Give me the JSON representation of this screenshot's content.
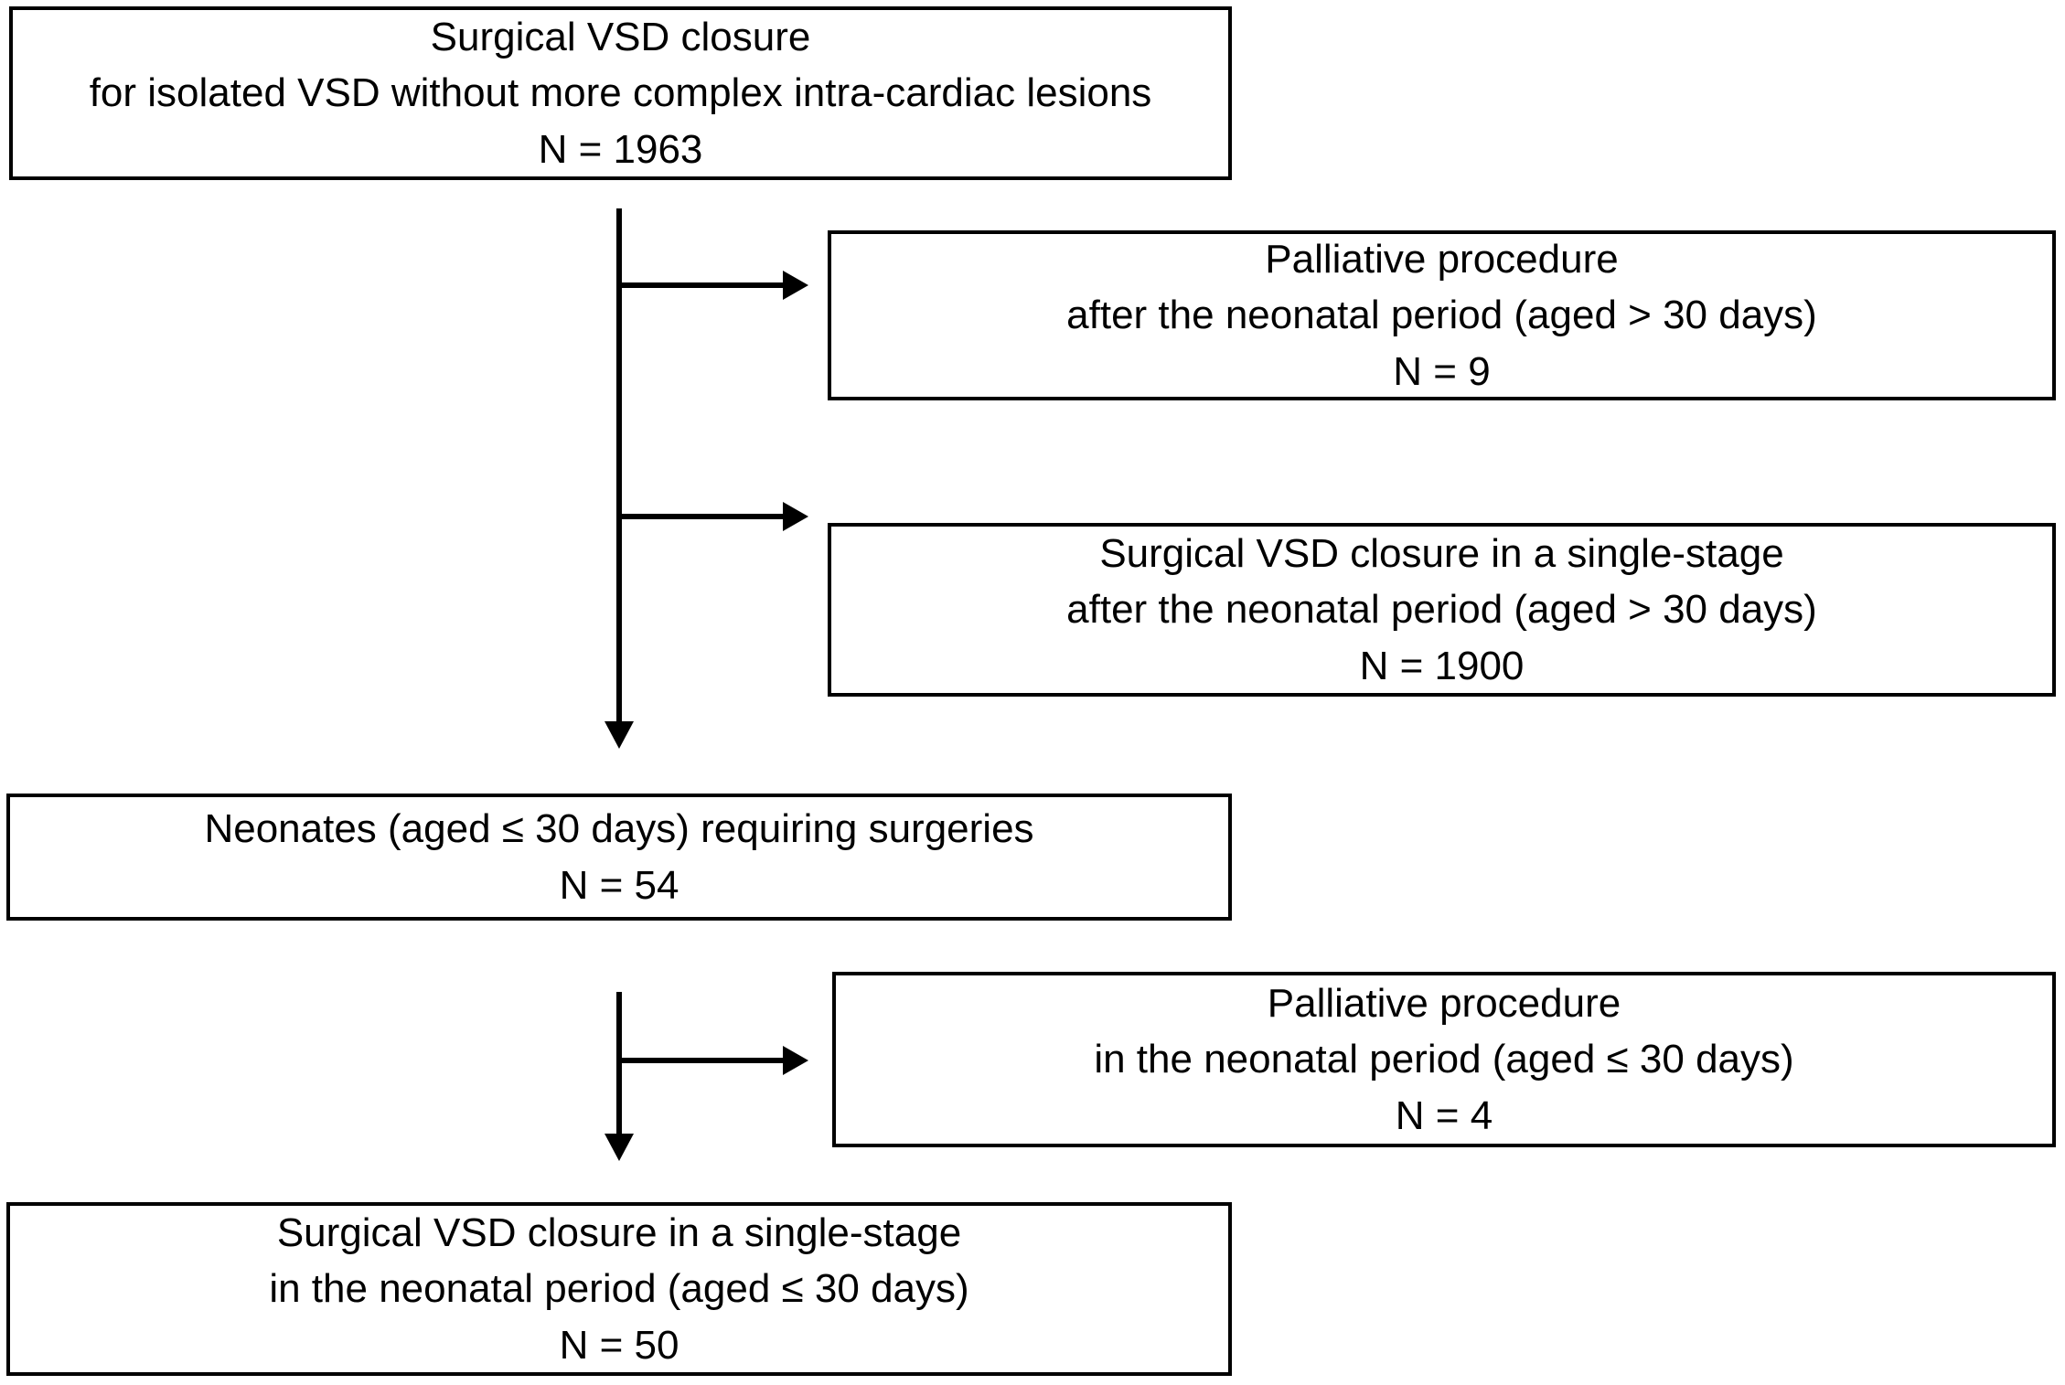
{
  "colors": {
    "background": "#ffffff",
    "ink": "#000000"
  },
  "boxes": [
    {
      "name": "total-cohort",
      "lines": [
        "Surgical VSD closure",
        "for isolated VSD without more complex intra-cardiac lesions",
        "N = 1963"
      ]
    },
    {
      "name": "palliative-after-neonatal-period",
      "lines": [
        "Palliative procedure",
        "after the neonatal period (aged > 30 days)",
        "N = 9"
      ]
    },
    {
      "name": "single-stage-after-neonatal-period",
      "lines": [
        "Surgical VSD closure in a single-stage",
        "after the neonatal period (aged > 30 days)",
        "N = 1900"
      ]
    },
    {
      "name": "neonates-requiring-surgeries",
      "lines": [
        "Neonates (aged ≤ 30 days) requiring surgeries",
        "N = 54"
      ]
    },
    {
      "name": "palliative-in-neonatal-period",
      "lines": [
        "Palliative procedure",
        "in the neonatal period (aged ≤ 30 days)",
        "N = 4"
      ]
    },
    {
      "name": "single-stage-in-neonatal-period",
      "lines": [
        "Surgical VSD closure in a single-stage",
        "in the neonatal period (aged ≤ 30 days)",
        "N = 50"
      ]
    }
  ]
}
